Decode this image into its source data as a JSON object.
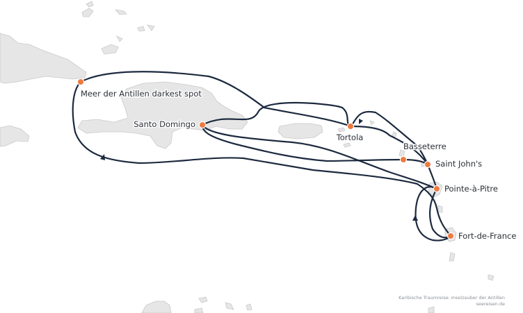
{
  "map": {
    "ports": [
      {
        "name": "Meer der Antillen darkest spot"
      },
      {
        "name": "Santo Domingo"
      },
      {
        "name": "Tortola"
      },
      {
        "name": "Basseterre"
      },
      {
        "name": "Saint John's"
      },
      {
        "name": "Pointe-à-Pitre"
      },
      {
        "name": "Fort-de-France"
      },
      {
        "name": ""
      }
    ],
    "colors": {
      "route": "#1c2a3f",
      "stop": "#ee7a3f",
      "land": "#e6e6e6",
      "land_outline": "#c9c9c9",
      "sea": "#ffffff"
    },
    "attribution": {
      "line1": "Karibische Traumreise: Inselzauber der Antillen",
      "line2": "seereisen.de"
    }
  }
}
